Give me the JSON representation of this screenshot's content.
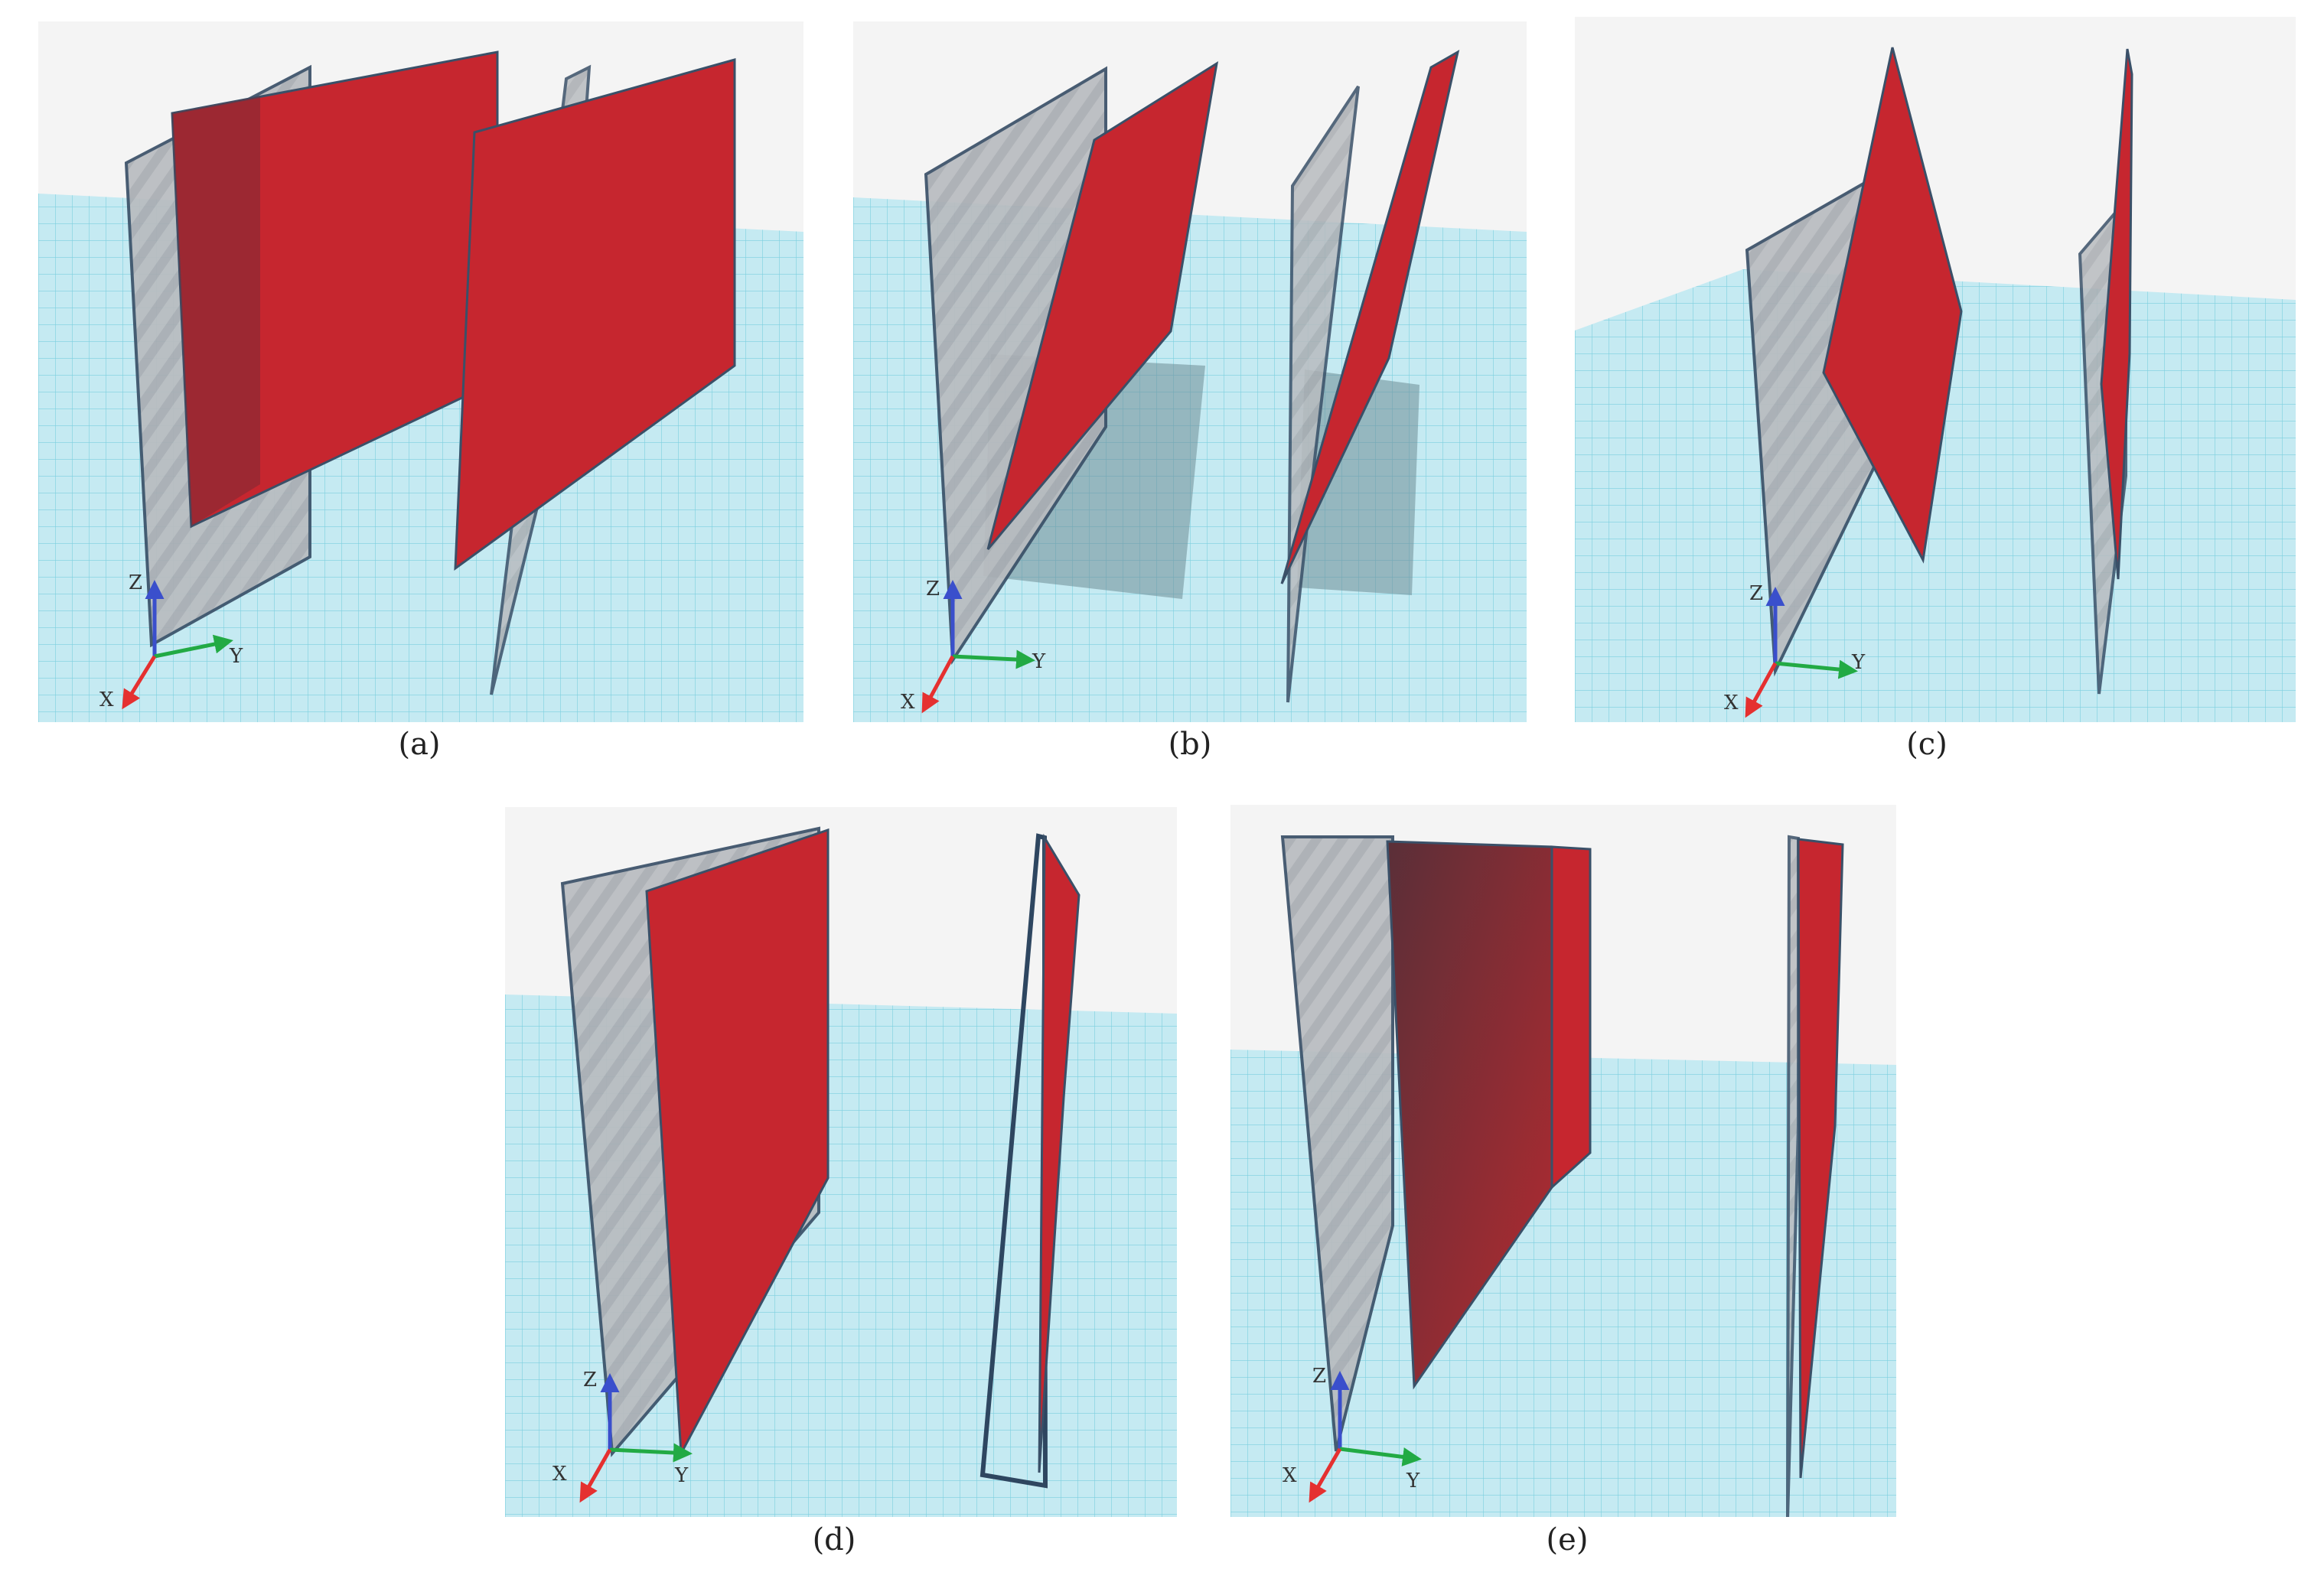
{
  "figure": {
    "panels": [
      {
        "id": "a",
        "caption": "(a)"
      },
      {
        "id": "b",
        "caption": "(b)"
      },
      {
        "id": "c",
        "caption": "(c)"
      },
      {
        "id": "d",
        "caption": "(d)"
      },
      {
        "id": "e",
        "caption": "(e)"
      }
    ],
    "axes": {
      "x": "X",
      "y": "Y",
      "z": "Z"
    }
  },
  "colors": {
    "sky": "#f4f4f4",
    "grid_floor": "#bfe8f0",
    "grid_line": "#76cfdf",
    "red_plane": "#c6262f",
    "grey_plane": "#b9bcc0",
    "edge": "#3a5068",
    "x_axis": "#e53030",
    "y_axis": "#22aa44",
    "z_axis": "#3a4fcc"
  }
}
